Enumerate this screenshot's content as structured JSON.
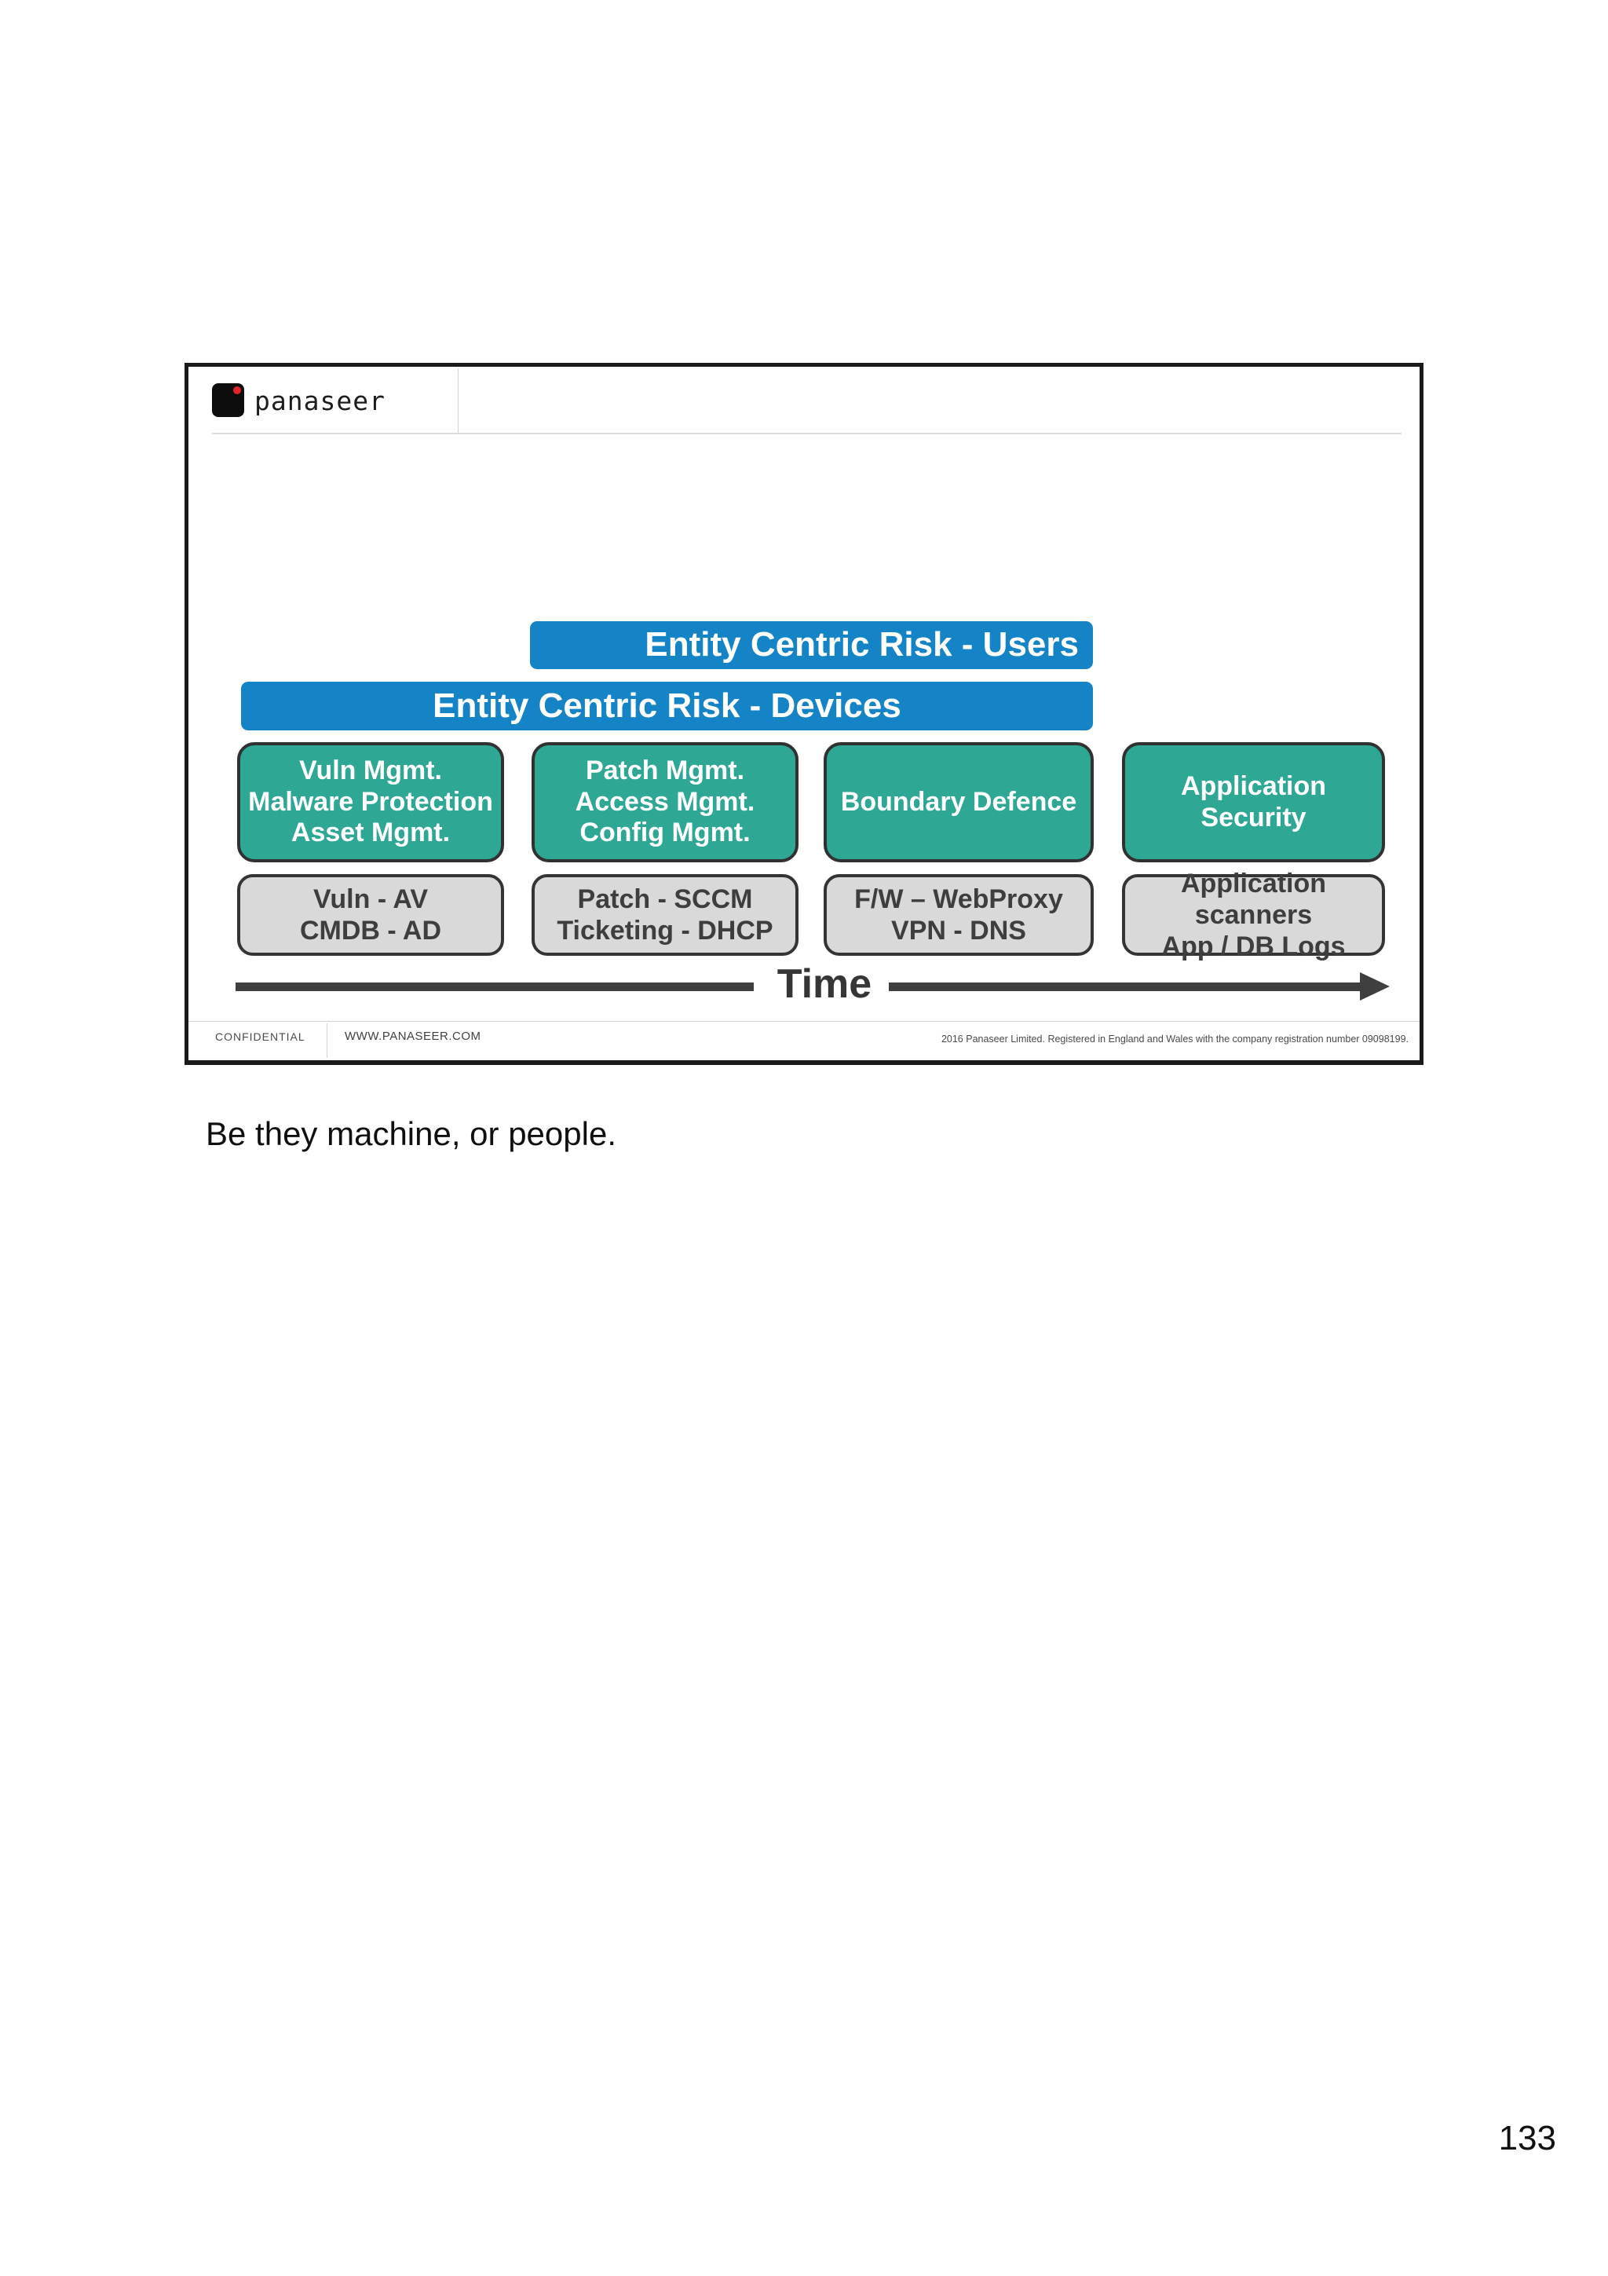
{
  "page": {
    "caption": "Be they machine, or people.",
    "page_number": "133"
  },
  "slide": {
    "logo": {
      "wordmark": "panaseer"
    },
    "banners": [
      {
        "id": "users",
        "label": "Entity Centric Risk - Users"
      },
      {
        "id": "devices",
        "label": "Entity Centric Risk - Devices"
      }
    ],
    "capability_boxes": [
      {
        "lines": [
          "Vuln Mgmt.",
          "Malware Protection",
          "Asset Mgmt."
        ]
      },
      {
        "lines": [
          "Patch Mgmt.",
          "Access Mgmt.",
          "Config Mgmt."
        ]
      },
      {
        "lines": [
          "Boundary Defence"
        ]
      },
      {
        "lines": [
          "Application Security"
        ]
      }
    ],
    "source_boxes": [
      {
        "lines": [
          "Vuln - AV",
          "CMDB - AD"
        ]
      },
      {
        "lines": [
          "Patch - SCCM",
          "Ticketing - DHCP"
        ]
      },
      {
        "lines": [
          "F/W – WebProxy",
          "VPN - DNS"
        ]
      },
      {
        "lines": [
          "Application scanners",
          "App /  DB Logs"
        ]
      }
    ],
    "timeline_label": "Time",
    "footer": {
      "confidential": "CONFIDENTIAL",
      "website": "WWW.PANASEER.COM",
      "legal": "2016 Panaseer Limited. Registered in England and Wales with the company registration number 09098199."
    }
  },
  "colors": {
    "banner_blue": "#1584c6",
    "box_teal": "#2ea795",
    "box_gray": "#d9d9d9",
    "arrow_dark": "#3f3f3f",
    "logo_red": "#e02428"
  }
}
